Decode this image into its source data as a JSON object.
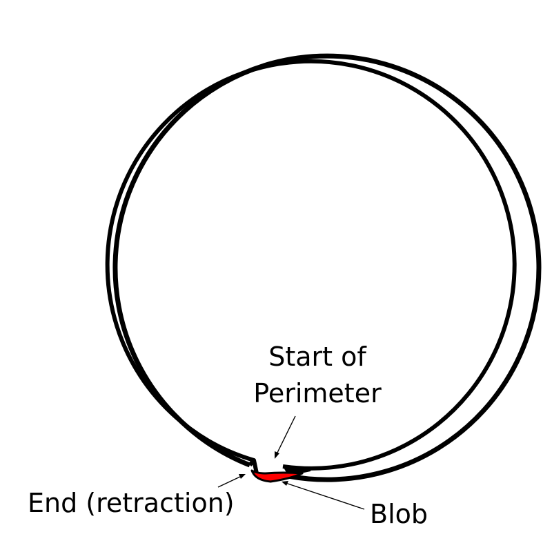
{
  "labels": {
    "start_of_perimeter_line1": "Start of",
    "start_of_perimeter_line2": "Perimeter",
    "end_retraction": "End (retraction)",
    "blob": "Blob"
  },
  "colors": {
    "stroke": "#000000",
    "blob_fill": "#ff0000",
    "background": "#ffffff"
  }
}
